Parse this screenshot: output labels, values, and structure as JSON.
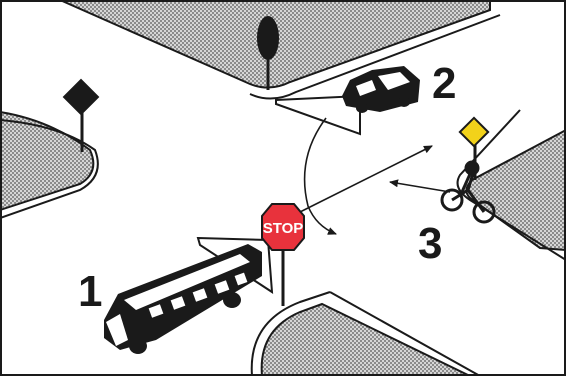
{
  "scene": {
    "labels": {
      "bus": "1",
      "car": "2",
      "cyclist": "3"
    },
    "stop_sign_text": "STOP",
    "colors": {
      "background": "#ffffff",
      "sidewalk": "#cfcfcf",
      "outline": "#1a1a1a",
      "stop_sign": "#e8323c",
      "priority_sign": "#f2d21a"
    },
    "icons": [
      "traffic-light-icon",
      "priority-road-sign-icon",
      "stop-sign-icon",
      "yield-sign-icon"
    ]
  }
}
